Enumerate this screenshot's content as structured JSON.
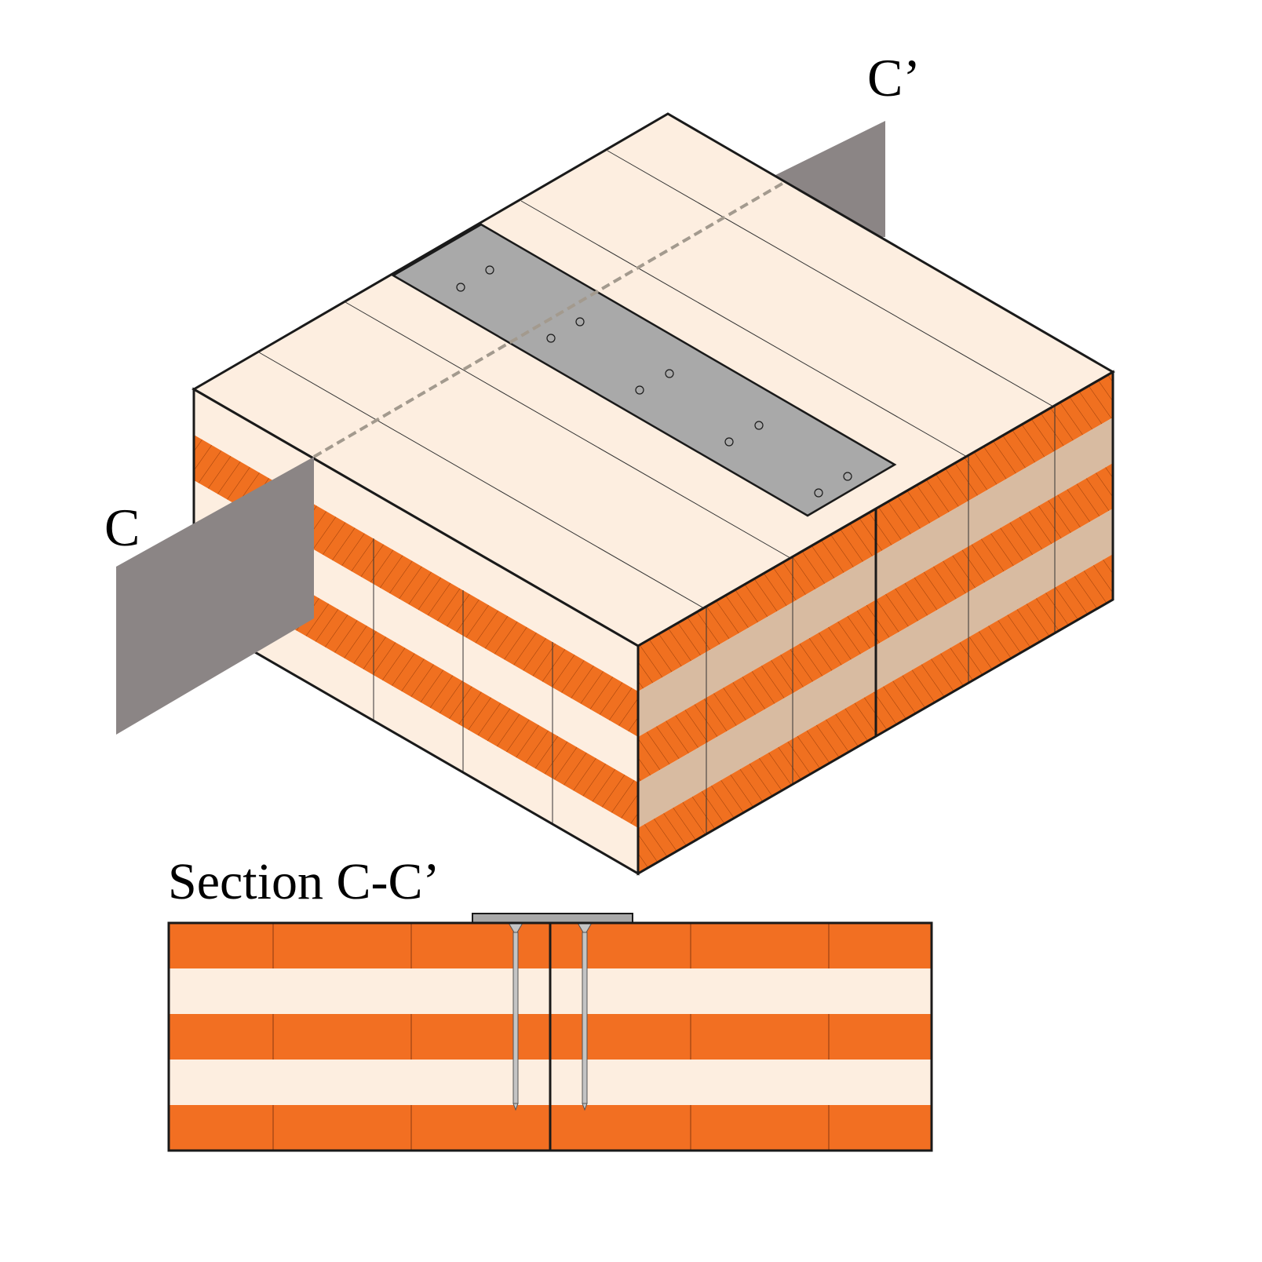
{
  "labels": {
    "cut_start": "C",
    "cut_end": "C’",
    "section_title": "Section C-C’"
  },
  "colors": {
    "lamella_cross": "#f26f22",
    "lamella_long_face": "#fdeee0",
    "lamella_long_shaded": "#d8bba1",
    "spline_plate": "#a9a9a9",
    "cut_plane": "#8b8585",
    "screw": "#c4c4c4",
    "outline": "#1a1a1a"
  },
  "icons": {
    "screw": "countersunk-screw-icon"
  }
}
